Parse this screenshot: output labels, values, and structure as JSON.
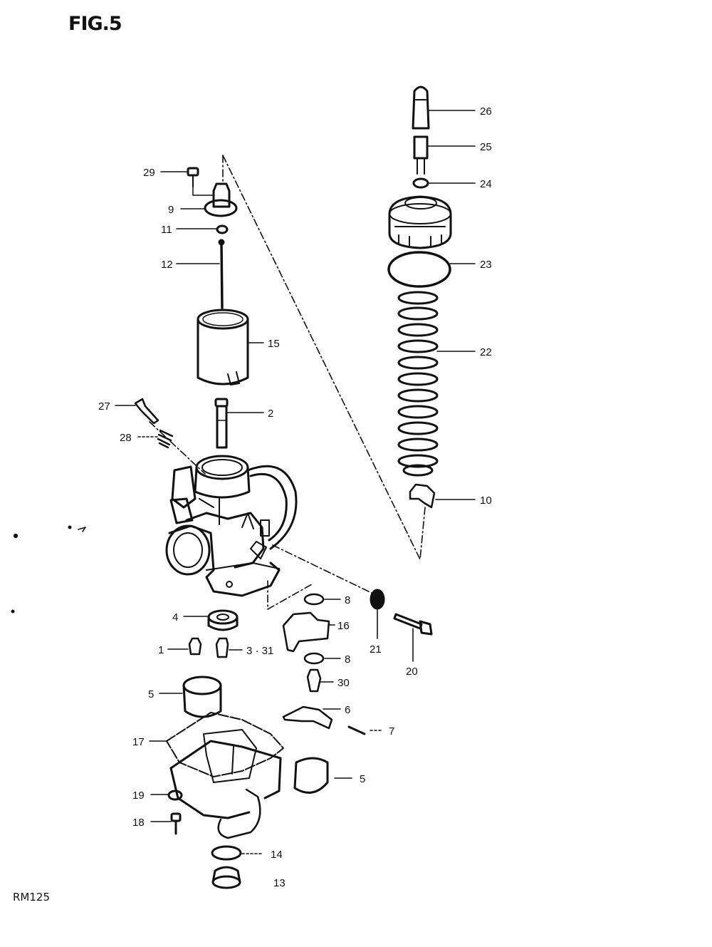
{
  "figure": {
    "title": "FIG.5",
    "model": "RM125"
  },
  "callouts": [
    {
      "id": "c26",
      "label": "26"
    },
    {
      "id": "c25",
      "label": "25"
    },
    {
      "id": "c24",
      "label": "24"
    },
    {
      "id": "c23",
      "label": "23"
    },
    {
      "id": "c22",
      "label": "22"
    },
    {
      "id": "c10",
      "label": "10"
    },
    {
      "id": "c29",
      "label": "29"
    },
    {
      "id": "c9",
      "label": "9"
    },
    {
      "id": "c11",
      "label": "11"
    },
    {
      "id": "c12",
      "label": "12"
    },
    {
      "id": "c15",
      "label": "15"
    },
    {
      "id": "c2",
      "label": "2"
    },
    {
      "id": "c27",
      "label": "27"
    },
    {
      "id": "c28",
      "label": "28"
    },
    {
      "id": "c8a",
      "label": "8"
    },
    {
      "id": "c21",
      "label": "21"
    },
    {
      "id": "c20",
      "label": "20"
    },
    {
      "id": "c4",
      "label": "4"
    },
    {
      "id": "c16",
      "label": "16"
    },
    {
      "id": "c1",
      "label": "1"
    },
    {
      "id": "c3",
      "label": "3 · 31"
    },
    {
      "id": "c8b",
      "label": "8"
    },
    {
      "id": "c30",
      "label": "30"
    },
    {
      "id": "c5a",
      "label": "5"
    },
    {
      "id": "c6",
      "label": "6"
    },
    {
      "id": "c7",
      "label": "7"
    },
    {
      "id": "c17",
      "label": "17"
    },
    {
      "id": "c5b",
      "label": "5"
    },
    {
      "id": "c19",
      "label": "19"
    },
    {
      "id": "c18",
      "label": "18"
    },
    {
      "id": "c14",
      "label": "14"
    },
    {
      "id": "c13",
      "label": "13"
    }
  ]
}
